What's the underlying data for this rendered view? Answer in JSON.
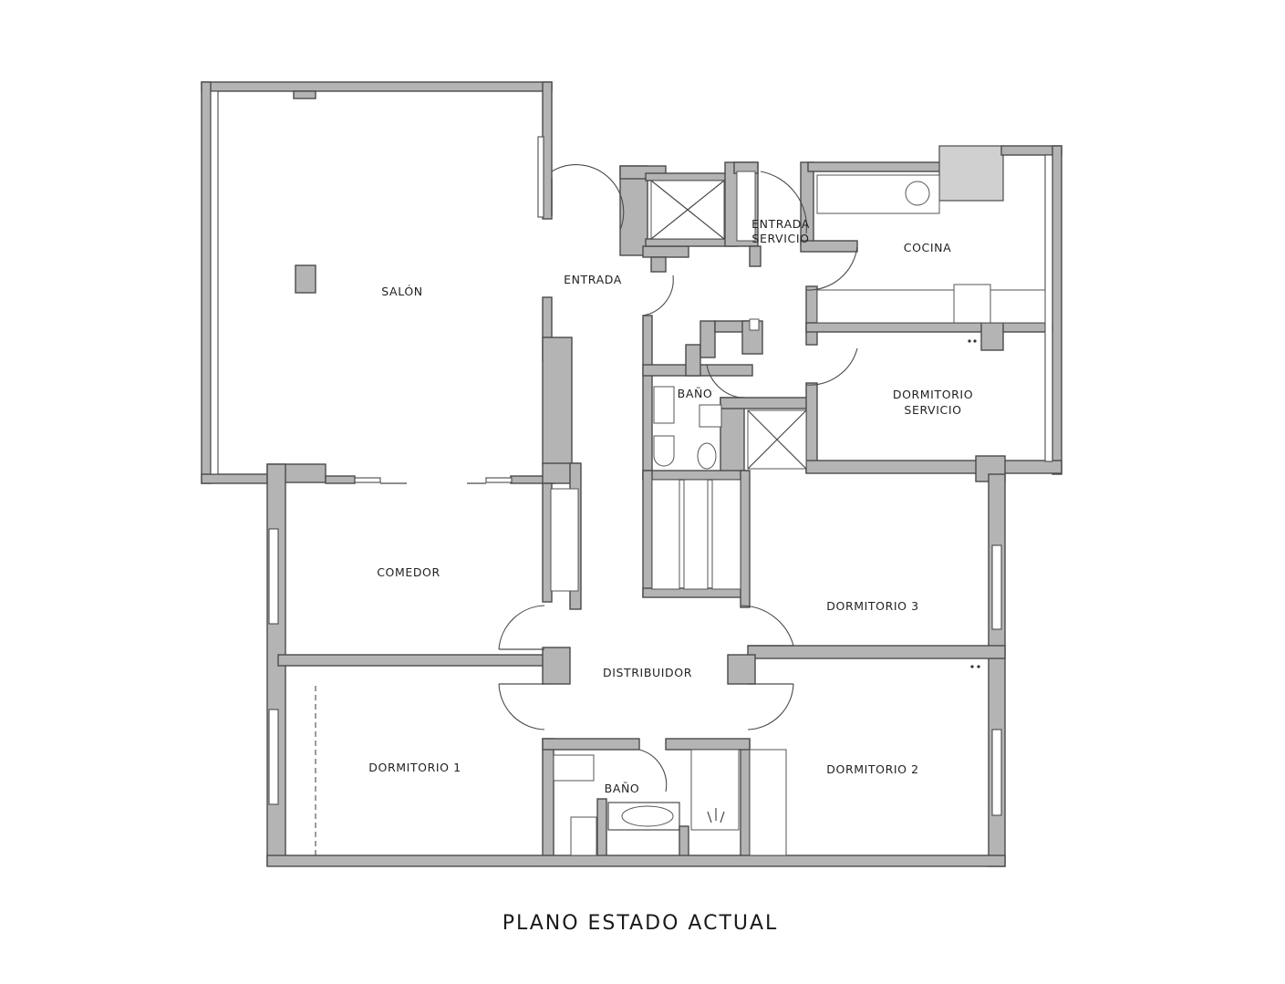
{
  "title": "PLANO ESTADO ACTUAL",
  "rooms": {
    "salon": "SALÓN",
    "entrada": "ENTRADA",
    "entrada_servicio_line1": "ENTRADA",
    "entrada_servicio_line2": "SERVICIO",
    "cocina": "COCINA",
    "bano_servicio": "BAÑO",
    "dormitorio_servicio_line1": "DORMITORIO",
    "dormitorio_servicio_line2": "SERVICIO",
    "comedor": "COMEDOR",
    "dormitorio_3": "DORMITORIO 3",
    "distribuidor": "DISTRIBUIDOR",
    "dormitorio_1": "DORMITORIO 1",
    "bano": "BAÑO",
    "dormitorio_2": "DORMITORIO 2"
  },
  "colors": {
    "wall_fill": "#b4b4b4",
    "line": "#4a4a4a",
    "background": "#ffffff"
  }
}
